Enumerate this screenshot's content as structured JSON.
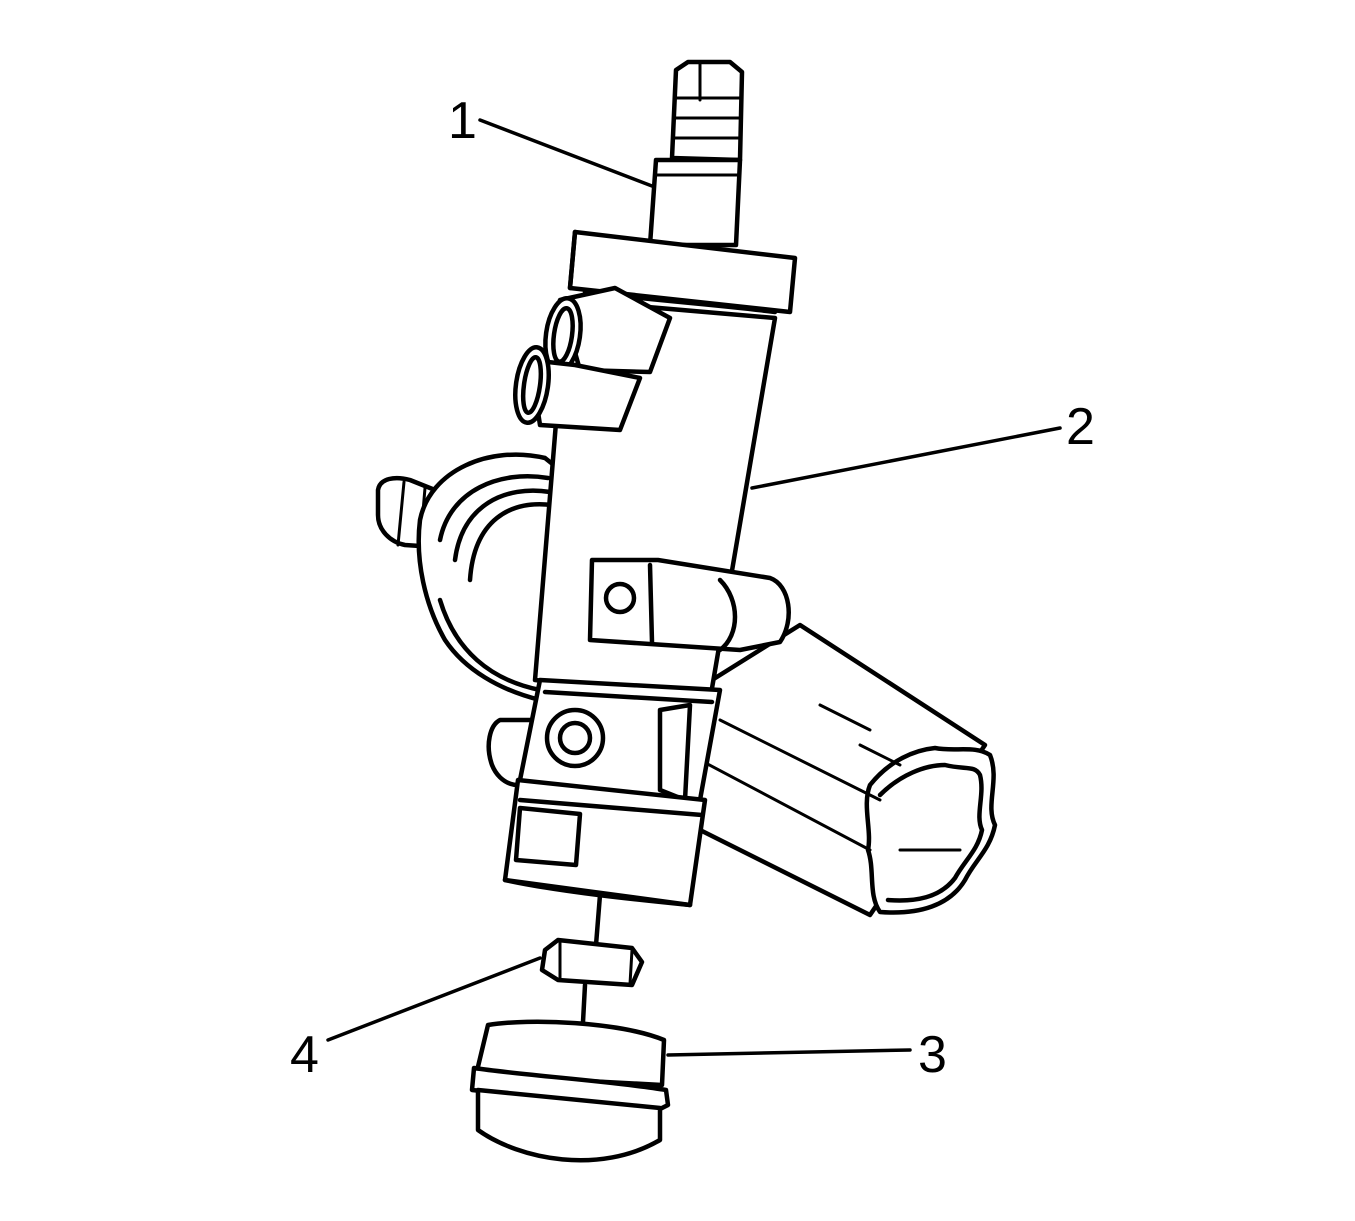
{
  "callouts": [
    {
      "id": "callout-1",
      "label": "1"
    },
    {
      "id": "callout-2",
      "label": "2"
    },
    {
      "id": "callout-3",
      "label": "3"
    },
    {
      "id": "callout-4",
      "label": "4"
    }
  ],
  "colors": {
    "line": "#000000",
    "background": "#ffffff"
  }
}
